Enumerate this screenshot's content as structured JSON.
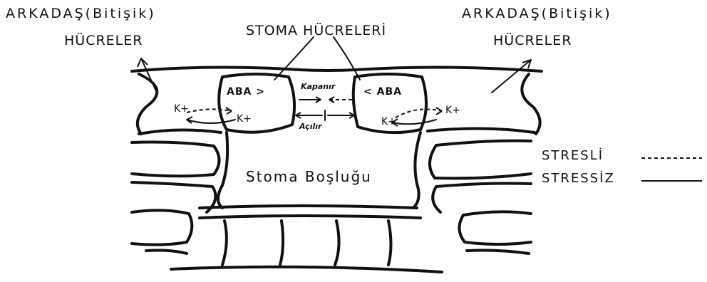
{
  "labels": {
    "left_neighbor_line1": "ARKADAŞ(Bitişik)",
    "left_neighbor_line2": "HÜCRELER",
    "right_neighbor_line1": "ARKADAŞ(Bitişik)",
    "right_neighbor_line2": "HÜCRELER",
    "guard_cells": "STOMA HÜCRELERİ",
    "aba_left": "ABA",
    "aba_right": "ABA",
    "closing": "Kapanır",
    "opening": "Açılır",
    "k_left_outer": "K+",
    "k_left_inner": "K+",
    "k_right_inner": "K+",
    "k_right_outer": "K+",
    "stomatal_cavity": "Stoma Boşluğu"
  },
  "legend": {
    "stressed": "STRESLİ",
    "unstressed": "STRESSİZ"
  }
}
